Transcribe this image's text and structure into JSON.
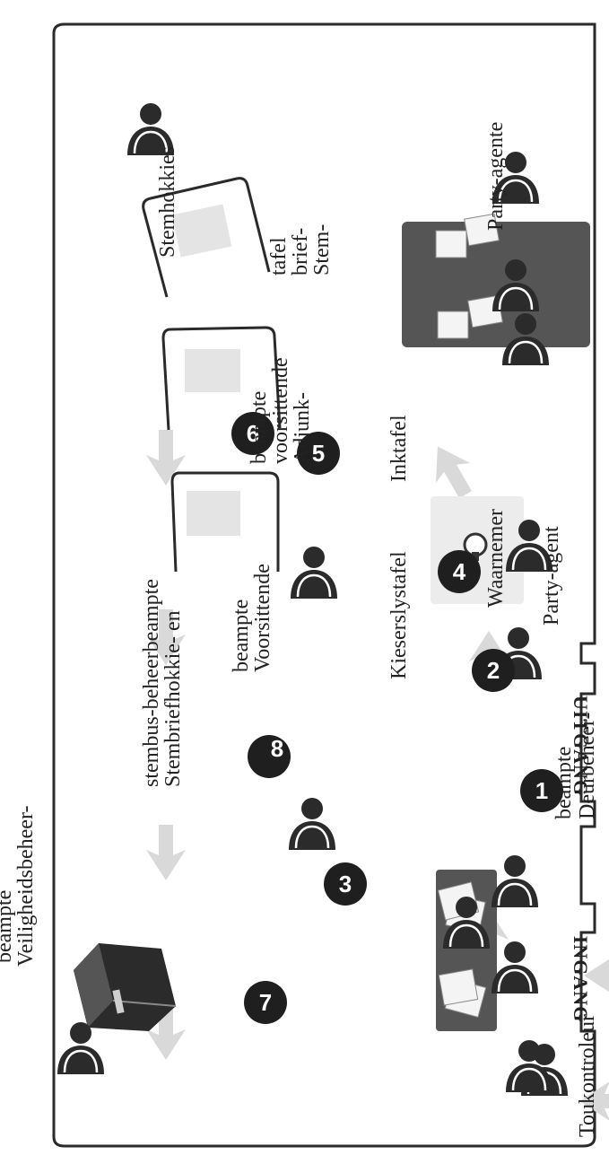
{
  "colors": {
    "person": "#2b2b2b",
    "arrow": "#d9d9d9",
    "table_dark": "#555555",
    "table_light": "#ececec",
    "wall": "#2a2a2a",
    "badge": "#1f1f1f"
  },
  "steps": [
    "1",
    "2",
    "3",
    "4",
    "5",
    "6",
    "7",
    "8"
  ],
  "labels": {
    "toukontroleur": "Toukontroleur",
    "deurbeheer": [
      "Deurbeheer-",
      "beampte"
    ],
    "party_agent": "Party-agent",
    "kieserslystafel": "Kieserslystafel",
    "waarnemer": "Waarnemer",
    "inktafel": "Inktafel",
    "party_agente": "Party-agente",
    "stembrieftafel": [
      "Stem-",
      "brief-",
      "tafel"
    ],
    "voorsittende": [
      "Voorsittende",
      "beampte"
    ],
    "adjunk": [
      "Adjunk-",
      "voorsittende",
      "beampte"
    ],
    "stemhokkies": "Stemhokkies",
    "stembus": [
      "Stembriefhokkie- en",
      "stembus-beheerbeampte"
    ],
    "veiligheid": [
      "Veiligheidsbeheer-",
      "beampte"
    ],
    "ingang": "INGANG",
    "uitgang": "UITGANG"
  },
  "icons": [
    "person-icon",
    "ballot-box-icon",
    "ink-bottle-icon",
    "ballot-paper-icon",
    "voting-booth-icon",
    "arrow-icon"
  ]
}
